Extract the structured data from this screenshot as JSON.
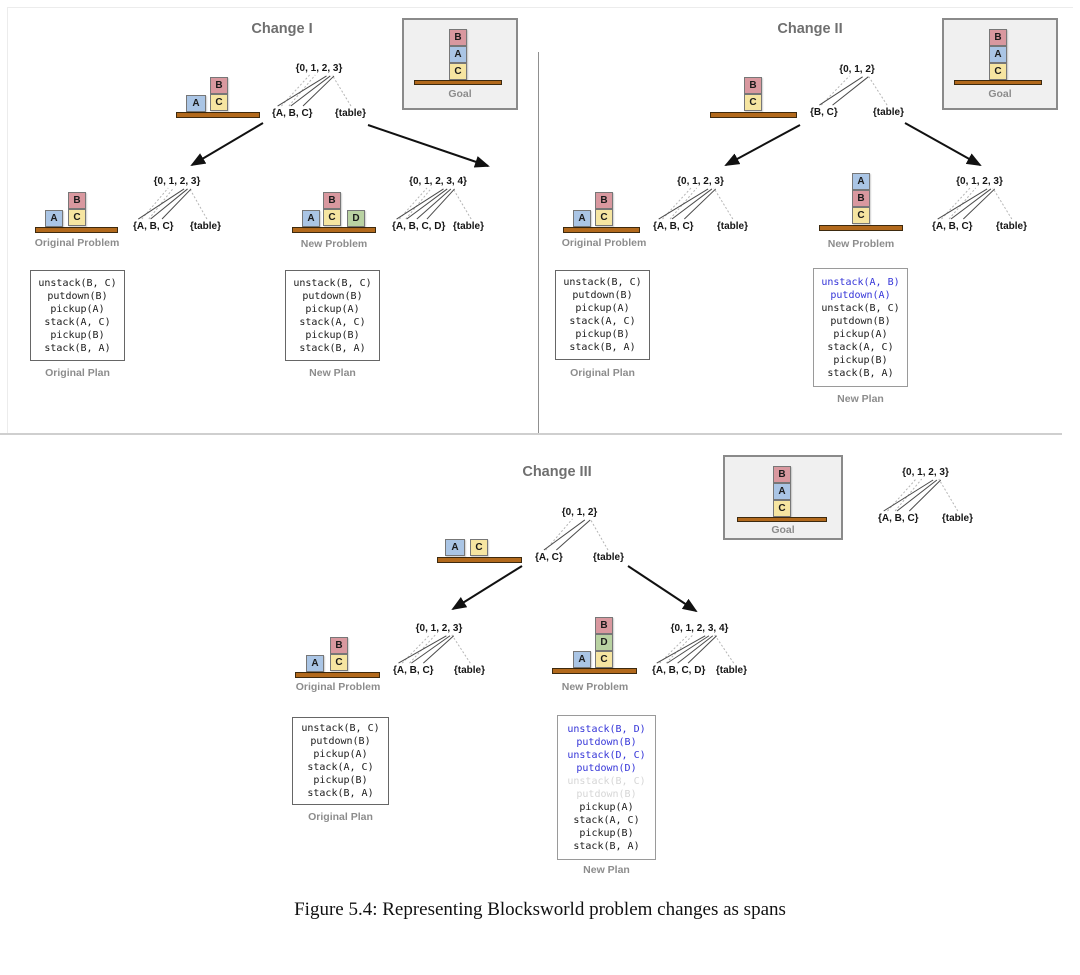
{
  "caption": "Figure 5.4: Representing Blocksworld problem changes as spans",
  "blocks": {
    "a": "A",
    "b": "B",
    "c": "C",
    "d": "D"
  },
  "labels": {
    "goal": "Goal",
    "original_problem": "Original Problem",
    "new_problem": "New Problem",
    "original_plan": "Original Plan",
    "new_plan": "New Plan"
  },
  "colors": {
    "block_a": "#aac5e5",
    "block_b": "#d9989f",
    "block_c": "#f6e5a1",
    "block_d": "#b9d2a2",
    "table": "#b2691c",
    "plan_added": "#3434d8",
    "plan_removed": "#d6d6d6"
  },
  "change1": {
    "title": "Change I",
    "initial_span": {
      "top": "{0, 1, 2, 3}",
      "objects": "{A, B, C}",
      "table": "{table}"
    },
    "original_span": {
      "top": "{0, 1, 2, 3}",
      "objects": "{A, B, C}",
      "table": "{table}"
    },
    "new_span": {
      "top": "{0, 1, 2, 3, 4}",
      "objects": "{A, B, C, D}",
      "table": "{table}"
    },
    "original_plan": [
      {
        "text": "unstack(B, C)",
        "style": "normal"
      },
      {
        "text": "putdown(B)",
        "style": "normal"
      },
      {
        "text": "pickup(A)",
        "style": "normal"
      },
      {
        "text": "stack(A, C)",
        "style": "normal"
      },
      {
        "text": "pickup(B)",
        "style": "normal"
      },
      {
        "text": "stack(B, A)",
        "style": "normal"
      }
    ],
    "new_plan": [
      {
        "text": "unstack(B, C)",
        "style": "normal"
      },
      {
        "text": "putdown(B)",
        "style": "normal"
      },
      {
        "text": "pickup(A)",
        "style": "normal"
      },
      {
        "text": "stack(A, C)",
        "style": "normal"
      },
      {
        "text": "pickup(B)",
        "style": "normal"
      },
      {
        "text": "stack(B, A)",
        "style": "normal"
      }
    ]
  },
  "change2": {
    "title": "Change II",
    "initial_span": {
      "top": "{0, 1, 2}",
      "objects": "{B, C}",
      "table": "{table}"
    },
    "original_span": {
      "top": "{0, 1, 2, 3}",
      "objects": "{A, B, C}",
      "table": "{table}"
    },
    "new_span": {
      "top": "{0, 1, 2, 3}",
      "objects": "{A, B, C}",
      "table": "{table}"
    },
    "original_plan": [
      {
        "text": "unstack(B, C)",
        "style": "normal"
      },
      {
        "text": "putdown(B)",
        "style": "normal"
      },
      {
        "text": "pickup(A)",
        "style": "normal"
      },
      {
        "text": "stack(A, C)",
        "style": "normal"
      },
      {
        "text": "pickup(B)",
        "style": "normal"
      },
      {
        "text": "stack(B, A)",
        "style": "normal"
      }
    ],
    "new_plan": [
      {
        "text": "unstack(A, B)",
        "style": "added"
      },
      {
        "text": "putdown(A)",
        "style": "added"
      },
      {
        "text": "unstack(B, C)",
        "style": "normal"
      },
      {
        "text": "putdown(B)",
        "style": "normal"
      },
      {
        "text": "pickup(A)",
        "style": "normal"
      },
      {
        "text": "stack(A, C)",
        "style": "normal"
      },
      {
        "text": "pickup(B)",
        "style": "normal"
      },
      {
        "text": "stack(B, A)",
        "style": "normal"
      }
    ]
  },
  "change3": {
    "title": "Change III",
    "goal_span": {
      "top": "{0, 1, 2, 3}",
      "objects": "{A, B, C}",
      "table": "{table}"
    },
    "initial_span": {
      "top": "{0, 1, 2}",
      "objects": "{A, C}",
      "table": "{table}"
    },
    "original_span": {
      "top": "{0, 1, 2, 3}",
      "objects": "{A, B, C}",
      "table": "{table}"
    },
    "new_span": {
      "top": "{0, 1, 2, 3, 4}",
      "objects": "{A, B, C, D}",
      "table": "{table}"
    },
    "original_plan": [
      {
        "text": "unstack(B, C)",
        "style": "normal"
      },
      {
        "text": "putdown(B)",
        "style": "normal"
      },
      {
        "text": "pickup(A)",
        "style": "normal"
      },
      {
        "text": "stack(A, C)",
        "style": "normal"
      },
      {
        "text": "pickup(B)",
        "style": "normal"
      },
      {
        "text": "stack(B, A)",
        "style": "normal"
      }
    ],
    "new_plan": [
      {
        "text": "unstack(B, D)",
        "style": "added"
      },
      {
        "text": "putdown(B)",
        "style": "added"
      },
      {
        "text": "unstack(D, C)",
        "style": "added"
      },
      {
        "text": "putdown(D)",
        "style": "added"
      },
      {
        "text": "unstack(B, C)",
        "style": "removed"
      },
      {
        "text": "putdown(B)",
        "style": "removed"
      },
      {
        "text": "pickup(A)",
        "style": "normal"
      },
      {
        "text": "stack(A, C)",
        "style": "normal"
      },
      {
        "text": "pickup(B)",
        "style": "normal"
      },
      {
        "text": "stack(B, A)",
        "style": "normal"
      }
    ]
  }
}
